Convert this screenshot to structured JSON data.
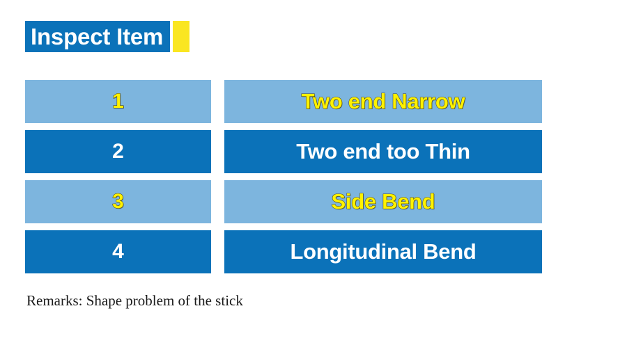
{
  "title": {
    "text": "Inspect Item",
    "accent_color": "#FAE621",
    "box_color": "#0B72B9",
    "text_color": "#FFFFFF"
  },
  "colors": {
    "light_row_bg": "#7DB5DE",
    "dark_row_bg": "#0B72B9",
    "yellow_text": "#FFF200",
    "white_text": "#FFFFFF",
    "yellow_accent": "#FAE621"
  },
  "table": {
    "rows": [
      {
        "number": "1",
        "label": "Two end Narrow",
        "style": "light"
      },
      {
        "number": "2",
        "label": "Two end too Thin",
        "style": "dark"
      },
      {
        "number": "3",
        "label": "Side Bend",
        "style": "light"
      },
      {
        "number": "4",
        "label": "Longitudinal Bend",
        "style": "dark"
      }
    ]
  },
  "remarks": {
    "text": "Remarks: Shape problem of the stick"
  }
}
